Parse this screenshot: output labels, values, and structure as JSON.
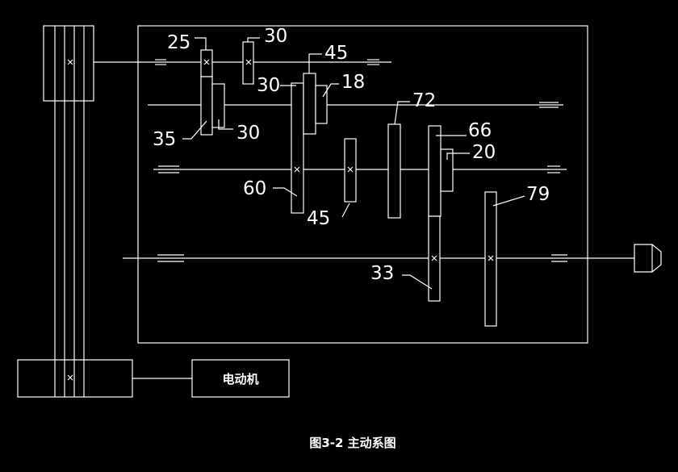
{
  "diagram": {
    "caption": "图3-2  主动系图",
    "motor_label": "电动机",
    "gear_labels": {
      "g25": "25",
      "g30_top": "30",
      "g45_top": "45",
      "g30_mid": "30",
      "g18": "18",
      "g72": "72",
      "g35": "35",
      "g30_small": "30",
      "g66": "66",
      "g20": "20",
      "g60": "60",
      "g45_bot": "45",
      "g79": "79",
      "g33": "33"
    }
  }
}
